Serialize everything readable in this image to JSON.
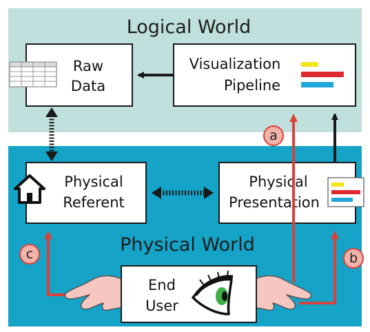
{
  "regions": {
    "logical_title": "Logical World",
    "physical_title": "Physical World"
  },
  "boxes": {
    "raw_data": {
      "line1": "Raw",
      "line2": "Data"
    },
    "pipeline": {
      "line1": "Visualization",
      "line2": "Pipeline"
    },
    "referent": {
      "line1": "Physical",
      "line2": "Referent"
    },
    "presentation": {
      "line1": "Physical",
      "line2": "Presentation"
    },
    "end_user": {
      "line1": "End",
      "line2": "User"
    }
  },
  "labels": {
    "a": "a",
    "b": "b",
    "c": "c"
  },
  "colors": {
    "logical_bg": "#bfe0dc",
    "physical_bg": "#15a3c7",
    "red_arrow": "#d9413b",
    "label_circle": "#f1b3a8",
    "hand": "#f6c6c0",
    "eye_iris": "#3fae49",
    "bar_yellow": "#f3e51c",
    "bar_red": "#de2a2f",
    "bar_blue": "#1ea7d8"
  }
}
